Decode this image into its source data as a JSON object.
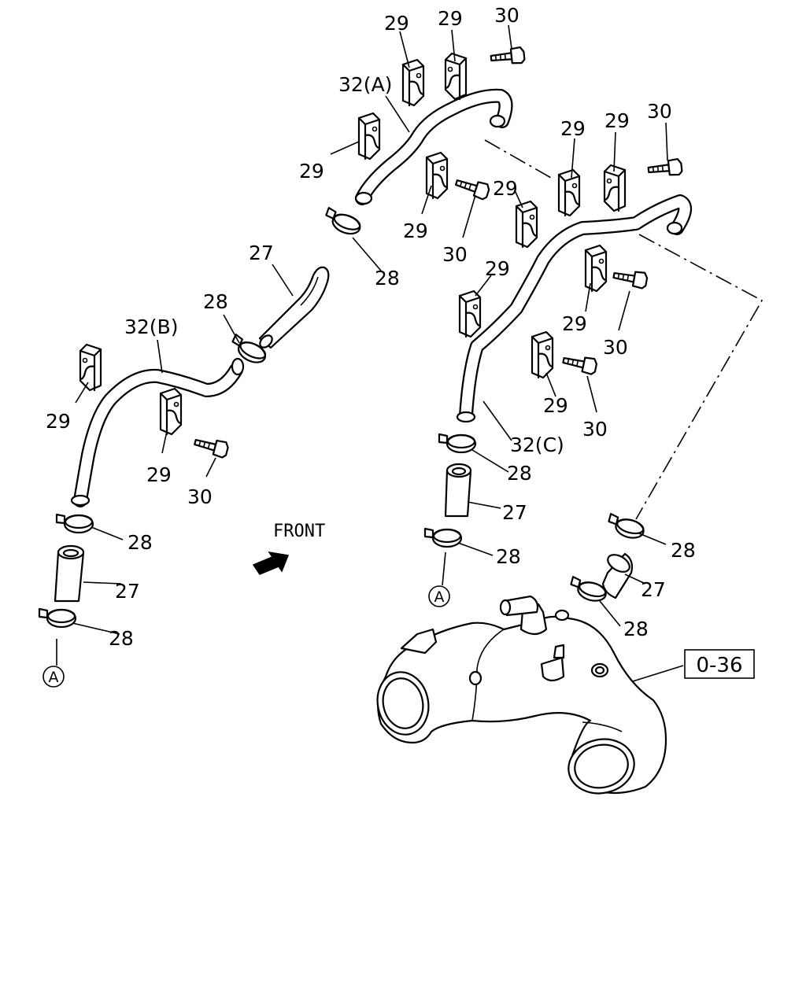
{
  "labels": {
    "p27": "27",
    "p28": "28",
    "p29": "29",
    "p30": "30",
    "p32a": "32(A)",
    "p32b": "32(B)",
    "p32c": "32(C)",
    "ref_box": "0-36",
    "front": "FRONT",
    "conn_a": "A"
  },
  "colors": {
    "line": "#000000",
    "background": "#ffffff"
  }
}
